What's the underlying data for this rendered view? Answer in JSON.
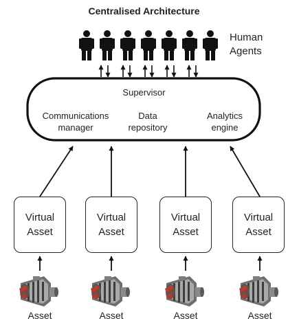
{
  "title": "Centralised Architecture",
  "human_agents": {
    "label_line1": "Human",
    "label_line2": "Agents",
    "count": 7
  },
  "supervisor": {
    "title": "Supervisor",
    "components": [
      {
        "line1": "Communications",
        "line2": "manager"
      },
      {
        "line1": "Data",
        "line2": "repository"
      },
      {
        "line1": "Analytics",
        "line2": "engine"
      }
    ]
  },
  "virtual_assets": [
    {
      "line1": "Virtual",
      "line2": "Asset"
    },
    {
      "line1": "Virtual",
      "line2": "Asset"
    },
    {
      "line1": "Virtual",
      "line2": "Asset"
    },
    {
      "line1": "Virtual",
      "line2": "Asset"
    }
  ],
  "assets": [
    {
      "label": "Asset",
      "icon": "turbine-engine-icon"
    },
    {
      "label": "Asset",
      "icon": "turbine-engine-icon"
    },
    {
      "label": "Asset",
      "icon": "turbine-engine-icon"
    },
    {
      "label": "Asset",
      "icon": "turbine-engine-icon"
    }
  ],
  "icons": {
    "person": "person-icon",
    "engine": "turbine-engine-icon"
  }
}
